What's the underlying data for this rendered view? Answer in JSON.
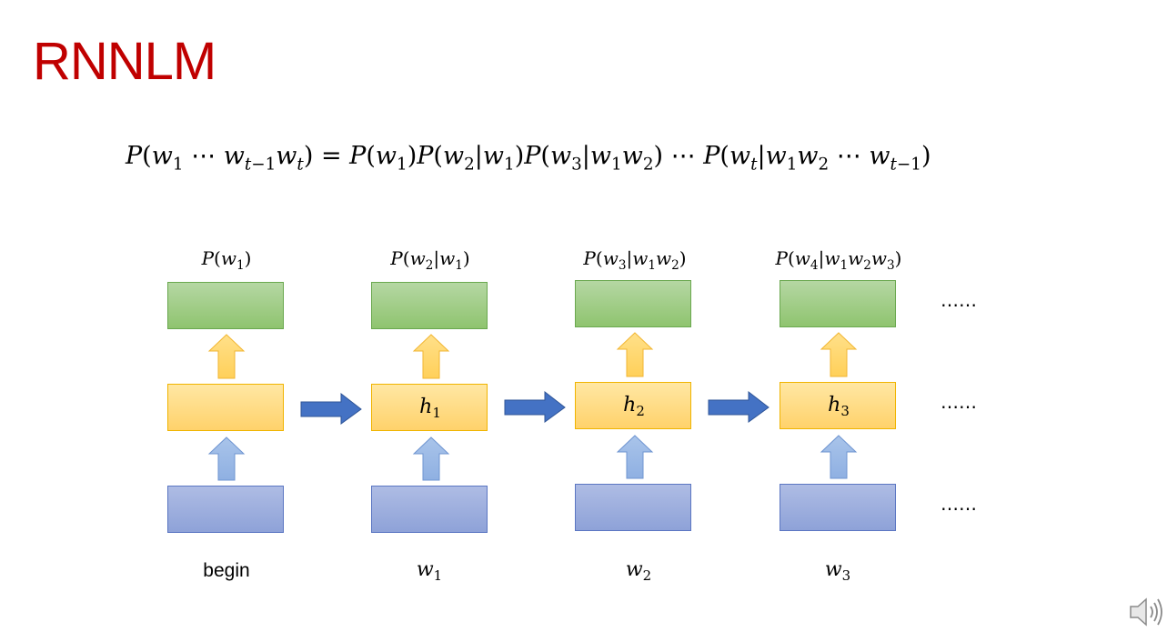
{
  "title": "RNNLM",
  "formula": "P(w₁ ⋯ wₜ₋₁wₜ) = P(w₁)P(w₂|w₁)P(w₃|w₁w₂) ⋯ P(wₜ|w₁w₂ ⋯ wₜ₋₁)",
  "steps": [
    {
      "output": "P(w₁)",
      "hidden": "",
      "input": "begin"
    },
    {
      "output": "P(w₂|w₁)",
      "hidden": "h₁",
      "input": "w₁"
    },
    {
      "output": "P(w₃|w₁w₂)",
      "hidden": "h₂",
      "input": "w₂"
    },
    {
      "output": "P(w₄|w₁w₂w₃)",
      "hidden": "h₃",
      "input": "w₃"
    }
  ],
  "continuation": "……",
  "colors": {
    "title": "#c00000",
    "output_box": "#a9d18e",
    "hidden_box": "#ffd966",
    "input_box": "#8faadc",
    "recurrent_arrow": "#4472c4"
  },
  "icons": [
    "speaker-icon"
  ]
}
